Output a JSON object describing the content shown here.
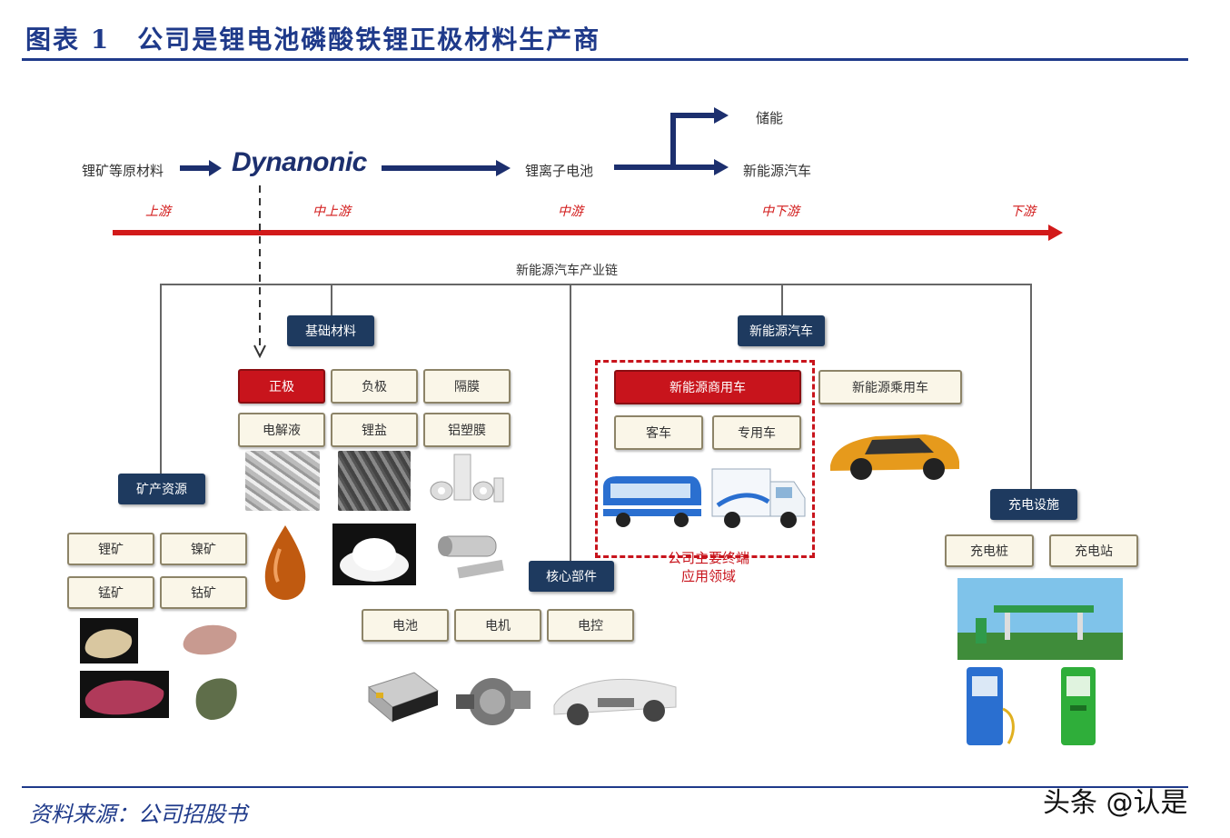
{
  "header": {
    "title": "图表 1　公司是锂电池磷酸铁锂正极材料生产商"
  },
  "flow": {
    "raw": "锂矿等原材料",
    "brand": "Dynanonic",
    "battery": "锂离子电池",
    "storage": "储能",
    "ev": "新能源汽车"
  },
  "stages": [
    "上游",
    "中上游",
    "中游",
    "中下游",
    "下游"
  ],
  "chain": {
    "root": "新能源汽车产业链",
    "basic_materials": "基础材料",
    "mineral": "矿产资源",
    "core_parts": "核心部件",
    "nev": "新能源汽车",
    "charging": "充电设施"
  },
  "materials": [
    "正极",
    "负极",
    "隔膜",
    "电解液",
    "锂盐",
    "铝塑膜"
  ],
  "minerals": [
    "锂矿",
    "镍矿",
    "锰矿",
    "钴矿"
  ],
  "parts": [
    "电池",
    "电机",
    "电控"
  ],
  "vehicles": {
    "commercial": "新能源商用车",
    "passenger": "新能源乘用车",
    "bus": "客车",
    "special": "专用车",
    "caption_line1": "公司主要终端",
    "caption_line2": "应用领域"
  },
  "charge": [
    "充电桩",
    "充电站"
  ],
  "footer": {
    "source": "资料来源：公司招股书",
    "watermark": "头条 @认是"
  }
}
